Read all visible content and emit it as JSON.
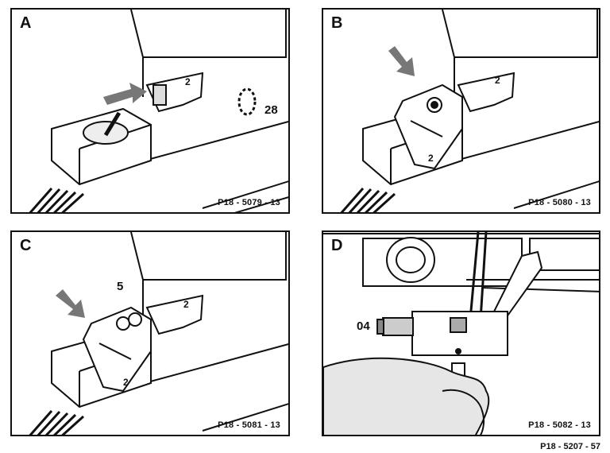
{
  "panels": [
    {
      "letter": "A",
      "code": "P18 - 5079 - 13",
      "callout": "28"
    },
    {
      "letter": "B",
      "code": "P18 - 5080 - 13"
    },
    {
      "letter": "C",
      "code": "P18 - 5081 - 13",
      "callout": "5"
    },
    {
      "letter": "D",
      "code": "P18 - 5082 - 13",
      "callout": "04"
    }
  ],
  "part_label": "2",
  "footer_code": "P18 - 5207 - 57"
}
